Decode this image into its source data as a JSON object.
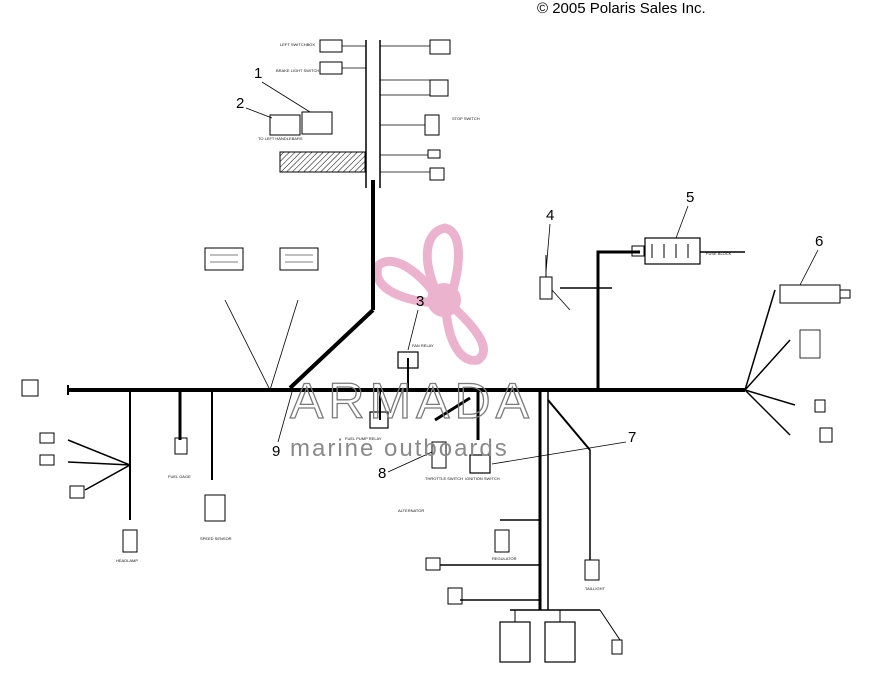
{
  "copyright": "© 2005 Polaris Sales Inc.",
  "watermark": {
    "brand": "ARMADA",
    "tagline": "marine outboards",
    "logo_color": "#e9a6c6",
    "text_color": "#7a7a7a"
  },
  "callouts": [
    "1",
    "2",
    "3",
    "4",
    "5",
    "6",
    "7",
    "8",
    "9"
  ],
  "component_labels": {
    "left_switchbox": "LEFT SWITCHBOX",
    "brake_light_switch": "BRAKE LIGHT SWITCH",
    "to_left_handlebars": "TO LEFT HANDLEBARS",
    "stop_switch": "STOP SWITCH",
    "fuse_block": "FUSE BLOCK",
    "fan_relay": "FAN RELAY",
    "fuel_pump_relay": "FUEL PUMP RELAY",
    "fuel gauge": "FUEL GAGE",
    "speed_sensor": "SPEED SENSOR",
    "alternator": "ALTERNATOR",
    "voltage_regulator": "REGULATOR",
    "tail_light": "TAILLIGHT",
    "throttle_switch": "THROTTLE SWITCH",
    "ignition_switch": "IGNITION SWITCH",
    "headlamp": "HEADLAMP"
  },
  "accent_colors": {
    "wire": "#000000",
    "logo_pink": "#e9a6c6"
  }
}
